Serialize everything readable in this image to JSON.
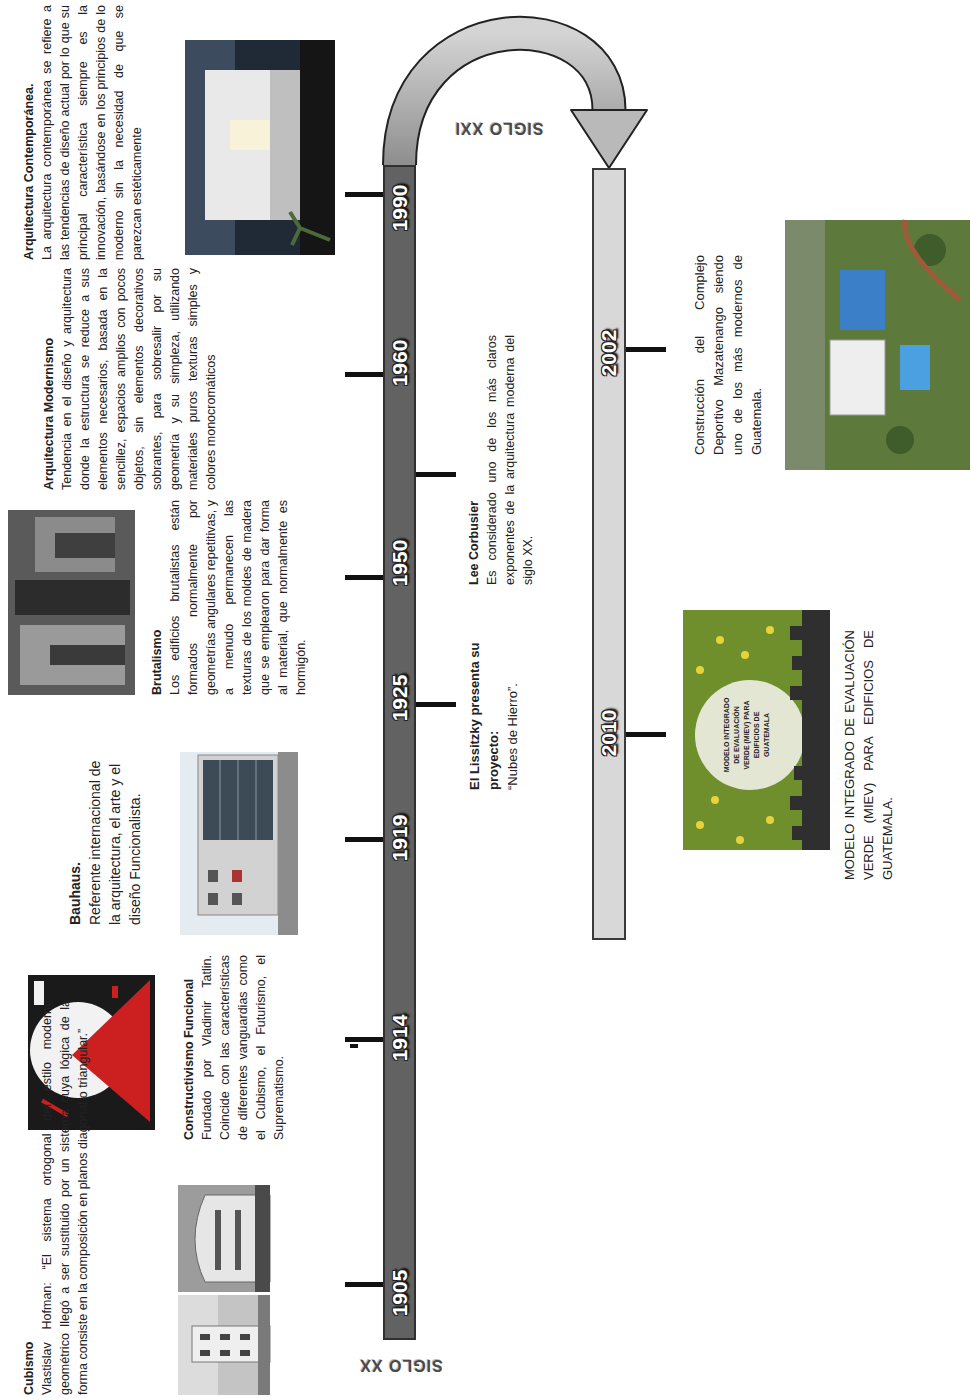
{
  "diagram": {
    "nodes": [
      {
        "text": [
          "SIGLO XX",
          "1905",
          "1914",
          "1919",
          "1925",
          "1950",
          "1960",
          "1990"
        ]
      },
      {
        "text": [
          "SIGLO XXI",
          "2002",
          "2010"
        ]
      }
    ],
    "edges": [
      {
        "from": 0,
        "to": 1,
        "arrow": "to"
      }
    ],
    "labels": [
      "Cubismo",
      "Vlastislav Hofman: “El sistema ortogonal del estilo moderno geométrico llegó a ser sustituido por un sistema cuya lógica de la forma consiste en la composición en planos diagonal o triangular.”",
      "Constructivismo Funcional",
      "Fundado por Vladimir Tatlin. Coincide con las características de diferentes vanguardias como el Cubismo, el Futurismo, el Suprematismo.",
      "Bauhaus.",
      "Referente internacional de la arquitectura, el arte y el diseño Funcionalista.",
      "Brutalismo",
      "Los edificios brutalistas están formados normalmente por geometrías angulares repetitivas, y a menudo permanecen las texturas de los moldes de madera que se emplearon para dar forma al material, que normalmente es hormigón.",
      "Arquitectura Modernismo",
      "Tendencia en el diseño y arquitectura donde la estructura se reduce a sus elementos necesarios, basada en la sencillez, espacios amplios con pocos objetos, sin elementos decorativos sobrantes, para sobresalir por su geometría y su simpleza, utilizando materiales puros texturas simples y colores monocromáticos",
      "Arquitectura Contemporánea.",
      "La arquitectura contemporánea se refiere a las tendencias de diseño actual por lo que su principal característica siempre es la innovación, basándose en los principios de lo moderno sin la necesidad de que se parezcan estéticamente",
      "El Lissitzky presenta su proyecto:",
      "“Nubes de Hierro”.",
      "Lee Corbusier",
      "Es considerado uno de los más claros exponentes de la arquitectura moderna del siglo XX.",
      "Construcción del Complejo Deportivo Mazatenango siendo uno de los más modernos de Guatemala.",
      "MODELO INTEGRADO DE EVALUACIÓN VERDE (MIEV) PARA EDIFICIOS DE GUATEMALA.",
      "MODELO INTEGRADO DE EVALUACIÓN VERDE (MIEV) PARA EDIFICIOS DE GUATEMALA"
    ]
  }
}
